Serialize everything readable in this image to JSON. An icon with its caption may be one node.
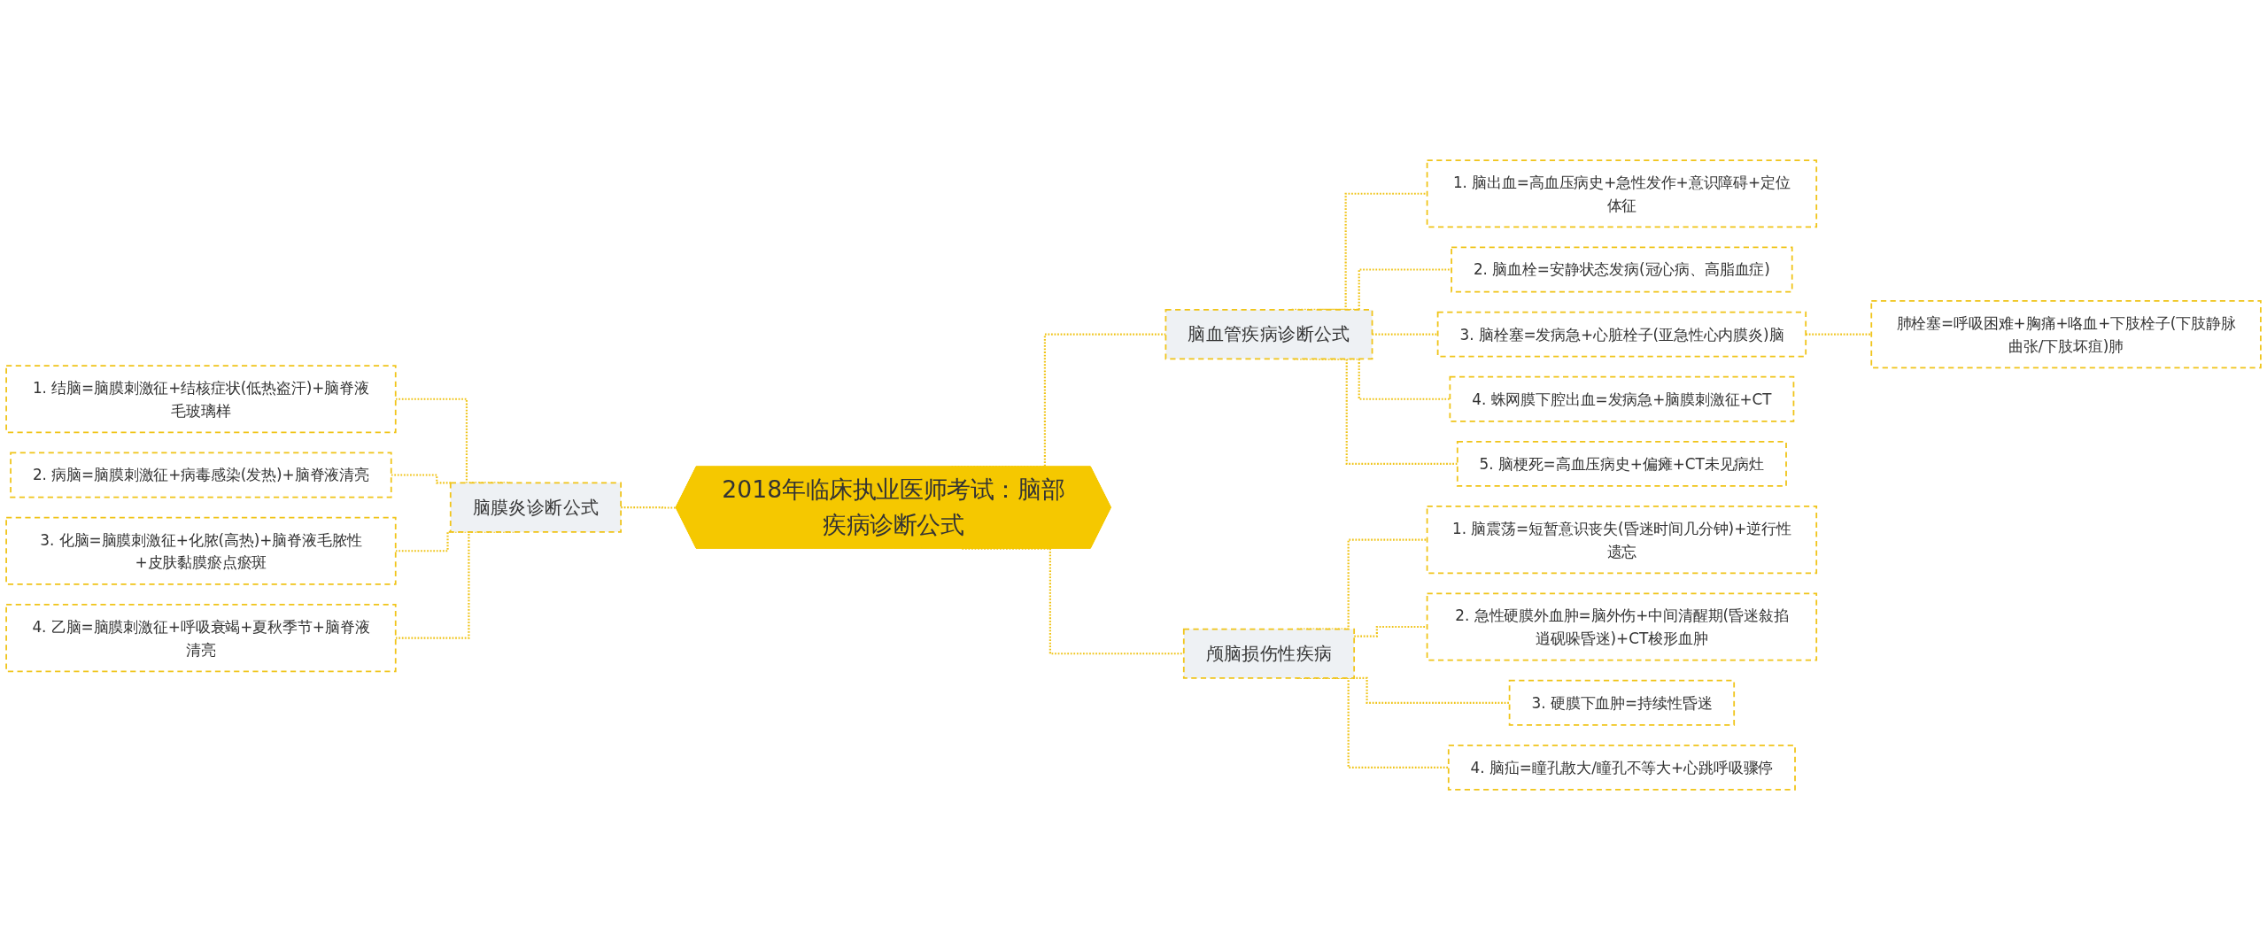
{
  "diagram": {
    "nodes": [
      {
        "text": [
          "2018年临床执业医师考试：脑部疾病诊断公式"
        ]
      },
      {
        "text": [
          "脑膜炎诊断公式"
        ]
      },
      {
        "text": [
          "1. 结脑=脑膜刺激征+结核症状(低热盗汗)+脑脊液毛玻璃样"
        ]
      },
      {
        "text": [
          "2. 病脑=脑膜刺激征+病毒感染(发热)+脑脊液清亮"
        ]
      },
      {
        "text": [
          "3. 化脑=脑膜刺激征+化脓(高热)+脑脊液毛脓性+皮肤黏膜瘀点瘀斑"
        ]
      },
      {
        "text": [
          "4. 乙脑=脑膜刺激征+呼吸衰竭+夏秋季节+脑脊液清亮"
        ]
      },
      {
        "text": [
          "脑血管疾病诊断公式"
        ]
      },
      {
        "text": [
          "1. 脑出血=高血压病史+急性发作+意识障碍+定位体征"
        ]
      },
      {
        "text": [
          "2. 脑血栓=安静状态发病(冠心病、高脂血症)"
        ]
      },
      {
        "text": [
          "3. 脑栓塞=发病急+心脏栓子(亚急性心内膜炎)脑"
        ]
      },
      {
        "text": [
          "肺栓塞=呼吸困难+胸痛+咯血+下肢栓子(下肢静脉曲张/下肢坏疽)肺"
        ]
      },
      {
        "text": [
          "4. 蛛网膜下腔出血=发病急+脑膜刺激征+CT"
        ]
      },
      {
        "text": [
          "5. 脑梗死=高血压病史+偏瘫+CT未见病灶"
        ]
      },
      {
        "text": [
          "颅脑损伤性疾病"
        ]
      },
      {
        "text": [
          "1. 脑震荡=短暂意识丧失(昏迷时间几分钟)+逆行性遗忘"
        ]
      },
      {
        "text": [
          "2. 急性硬膜外血肿=脑外伤+中间清醒期(昏迷敍掐逍砚哚昏迷)+CT梭形血肿"
        ]
      },
      {
        "text": [
          "3. 硬膜下血肿=持续性昏迷"
        ]
      },
      {
        "text": [
          "4. 脑疝=瞳孔散大/瞳孔不等大+心跳呼吸骤停"
        ]
      }
    ],
    "edges": [
      {
        "from": 2,
        "to": 1,
        "arrow": "none",
        "style": "dashed"
      },
      {
        "from": 3,
        "to": 1,
        "arrow": "none",
        "style": "dashed"
      },
      {
        "from": 4,
        "to": 1,
        "arrow": "none",
        "style": "dashed"
      },
      {
        "from": 5,
        "to": 1,
        "arrow": "none",
        "style": "dashed"
      },
      {
        "from": 1,
        "to": 0,
        "arrow": "none",
        "style": "dashed"
      },
      {
        "from": 0,
        "to": 6,
        "arrow": "none",
        "style": "dashed"
      },
      {
        "from": 6,
        "to": 7,
        "arrow": "none",
        "style": "dashed"
      },
      {
        "from": 6,
        "to": 8,
        "arrow": "none",
        "style": "dashed"
      },
      {
        "from": 6,
        "to": 9,
        "arrow": "none",
        "style": "dashed"
      },
      {
        "from": 9,
        "to": 10,
        "arrow": "none",
        "style": "dashed"
      },
      {
        "from": 6,
        "to": 11,
        "arrow": "none",
        "style": "dashed"
      },
      {
        "from": 6,
        "to": 12,
        "arrow": "none",
        "style": "dashed"
      },
      {
        "from": 0,
        "to": 13,
        "arrow": "none",
        "style": "dashed"
      },
      {
        "from": 13,
        "to": 14,
        "arrow": "none",
        "style": "dashed"
      },
      {
        "from": 13,
        "to": 15,
        "arrow": "none",
        "style": "dashed"
      },
      {
        "from": 13,
        "to": 16,
        "arrow": "none",
        "style": "dashed"
      },
      {
        "from": 13,
        "to": 17,
        "arrow": "none",
        "style": "dashed"
      }
    ]
  }
}
